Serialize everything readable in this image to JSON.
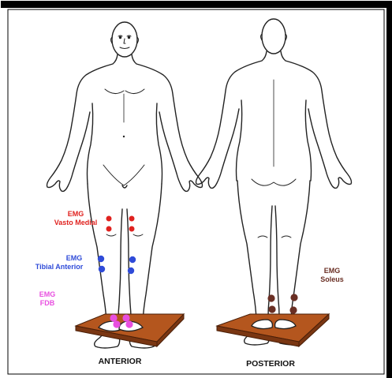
{
  "views": {
    "anterior": "ANTERIOR",
    "posterior": "POSTERIOR"
  },
  "labels": {
    "vasto_line1": "EMG",
    "vasto_line2": "Vasto Medial",
    "tibial_line1": "EMG",
    "tibial_line2": "Tibial  Anterior",
    "fdb_line1": "EMG",
    "fdb_line2": "FDB",
    "soleus_line1": "EMG",
    "soleus_line2": "Soleus"
  },
  "colors": {
    "border": "#000000",
    "body_outline": "#222222",
    "platform_top": "#b4561e",
    "platform_side": "#7a3612",
    "vasto_medial": "#e0221f",
    "tibial_anterior": "#2f4bd8",
    "fdb": "#e84fe0",
    "soleus": "#6a2f24"
  }
}
